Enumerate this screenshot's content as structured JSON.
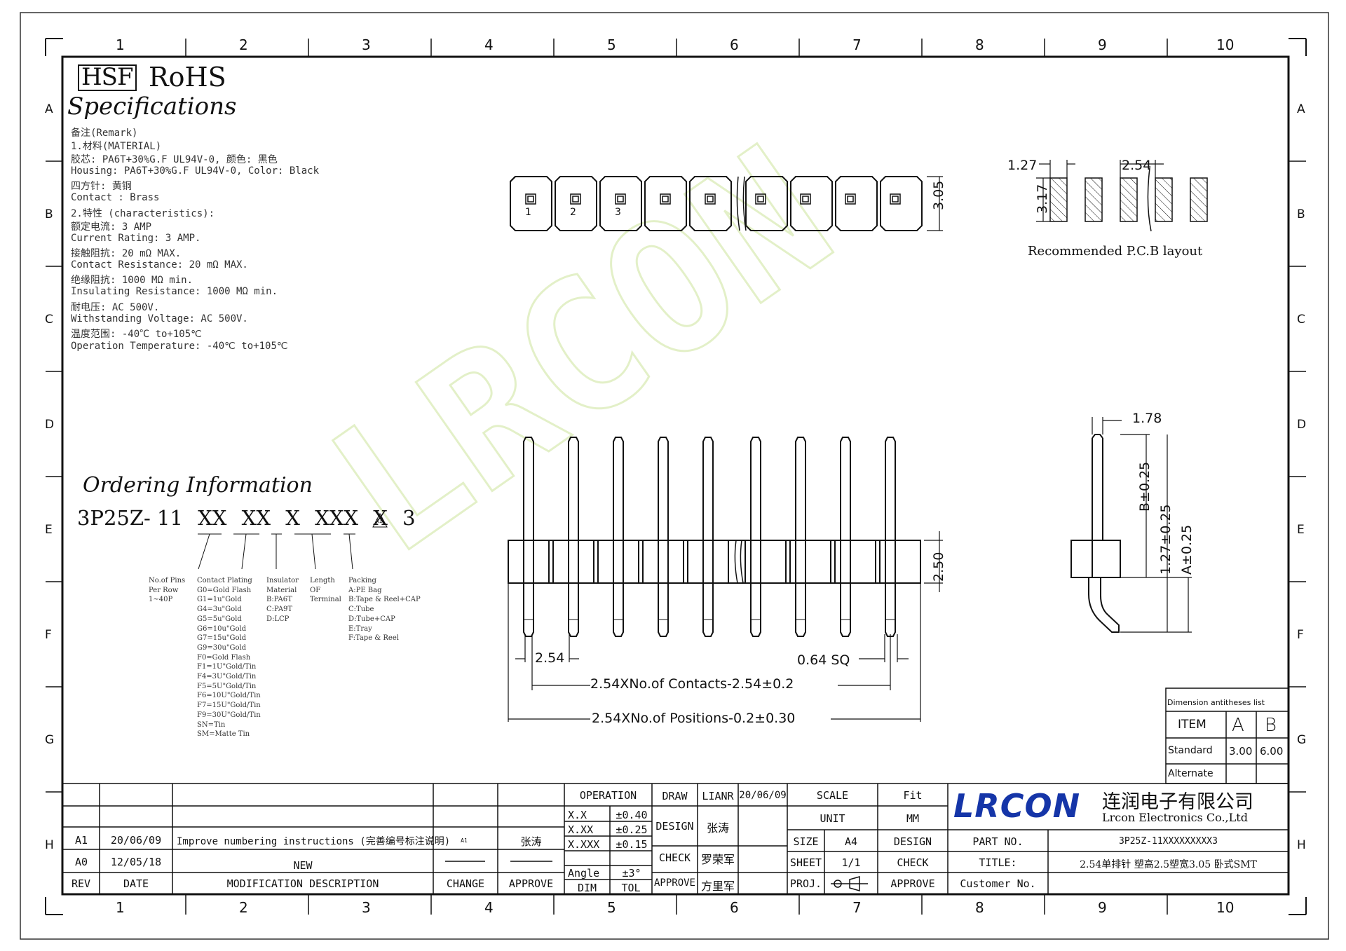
{
  "header": {
    "hsf": "HSF",
    "rohs": "RoHS",
    "spec_title": "Specifications"
  },
  "specs": [
    "备注(Remark)",
    "1.材料(MATERIAL)",
    "胶芯: PA6T+30%G.F UL94V-0, 颜色: 黑色",
    "Housing: PA6T+30%G.F UL94V-0, Color: Black",
    "四方针: 黄铜",
    "Contact : Brass",
    "2.特性 (characteristics):",
    "额定电流: 3 AMP",
    "Current Rating: 3 AMP.",
    "接触阻抗: 20 mΩ MAX.",
    "Contact Resistance: 20 mΩ MAX.",
    "绝缘阻抗: 1000 MΩ min.",
    "Insulating Resistance: 1000 MΩ min.",
    "耐电压: AC 500V.",
    "Withstanding Voltage: AC 500V.",
    "温度范围: -40℃ to+105℃",
    "Operation Temperature: -40℃ to+105℃"
  ],
  "ordering": {
    "title": "Ordering Information",
    "code": {
      "prefix": "3P25Z- 11",
      "xx1": "XX",
      "xx2": "XX",
      "x1": "X",
      "xxx": "XXX",
      "x2": "X",
      "suffix": "3",
      "rev_mark": "A1"
    },
    "pins_col": [
      "No.of Pins",
      "Per Row",
      "1~40P"
    ],
    "plating_col": [
      "Contact Plating",
      "G0=Gold Flash",
      "G1=1u\"Gold",
      "G4=3u\"Gold",
      "G5=5u\"Gold",
      "G6=10u\"Gold",
      "G7=15u\"Gold",
      "G9=30u\"Gold",
      "F0=Gold Flash",
      "F1=1U\"Gold/Tin",
      "F4=3U\"Gold/Tin",
      "F5=5U\"Gold/Tin",
      "F6=10U\"Gold/Tin",
      "F7=15U\"Gold/Tin",
      "F9=30U\"Gold/Tin",
      "SN=Tin",
      "SM=Matte Tin"
    ],
    "insulator_col": [
      "Insulator",
      "Material",
      "B:PA6T",
      "C:PA9T",
      "D:LCP"
    ],
    "length_col": [
      "Length",
      "OF",
      "Terminal"
    ],
    "packing_col": [
      "Packing",
      "A:PE Bag",
      "B:Tape & Reel+CAP",
      "C:Tube",
      "D:Tube+CAP",
      "E:Tray",
      "F:Tape & Reel"
    ]
  },
  "top_view": {
    "pin_labels": [
      "1",
      "2",
      "3"
    ],
    "dim_height": "3.05"
  },
  "pcb_layout": {
    "dim_pad_width": "1.27",
    "dim_pitch": "2.54",
    "dim_pad_length": "3.17",
    "caption": "Recommended P.C.B layout"
  },
  "front_view": {
    "dim_body": "2.50",
    "dim_pitch": "2.54",
    "dim_pin": "0.64  SQ",
    "dim_contacts": "2.54XNo.of  Contacts-2.54±0.2",
    "dim_positions": "2.54XNo.of  Positions-0.2±0.30"
  },
  "side_view": {
    "dim_top": "1.78",
    "dim_b": "B±0.25",
    "dim_127": "1.27±0.25",
    "dim_a": "A±0.25"
  },
  "dimension_table": {
    "title": "Dimension antitheses list",
    "headers": [
      "ITEM",
      "A",
      "B"
    ],
    "rows": [
      {
        "label": "Standard",
        "a": "3.00",
        "b": "6.00"
      },
      {
        "label": "Alternate",
        "a": "",
        "b": ""
      }
    ]
  },
  "frame": {
    "cols": [
      "1",
      "2",
      "3",
      "4",
      "5",
      "6",
      "7",
      "8",
      "9",
      "10"
    ],
    "rows": [
      "A",
      "B",
      "C",
      "D",
      "E",
      "F",
      "G",
      "H"
    ]
  },
  "watermark": "LRCON",
  "title_block": {
    "revisions": [
      {
        "rev": "A1",
        "date": "20/06/09",
        "desc": "Improve numbering instructions (完善编号标注说明)",
        "change": "A1",
        "approve": "张涛"
      },
      {
        "rev": "A0",
        "date": "12/05/18",
        "desc": "NEW",
        "change": "",
        "approve": ""
      }
    ],
    "rev_headers": {
      "rev": "REV",
      "date": "DATE",
      "desc": "MODIFICATION DESCRIPTION",
      "change": "CHANGE",
      "approve": "APPROVE"
    },
    "operation": "OPERATION",
    "tolerances": [
      {
        "dim": "X.X",
        "tol": "±0.40"
      },
      {
        "dim": "X.XX",
        "tol": "±0.25"
      },
      {
        "dim": "X.XXX",
        "tol": "±0.15"
      },
      {
        "dim": "Angle",
        "tol": "±3°"
      }
    ],
    "dim_label": "DIM",
    "tol_label": "TOL",
    "draw": "DRAW",
    "draw_name": "LIANR",
    "draw_date": "20/06/09",
    "design": "DESIGN",
    "design_name": "张涛",
    "check": "CHECK",
    "check_name": "罗荣军",
    "approve": "APPROVE",
    "approve_name": "方里军",
    "scale": "SCALE",
    "scale_val": "Fit",
    "unit": "UNIT",
    "unit_val": "MM",
    "size": "SIZE",
    "size_val": "A4",
    "design2": "DESIGN",
    "sheet": "SHEET",
    "sheet_val": "1/1",
    "check2": "CHECK",
    "proj": "PROJ.",
    "approve2": "APPROVE",
    "company_logo": "LRCON",
    "company_cn": "连润电子有限公司",
    "company_en": "Lrcon Electronics Co.,Ltd",
    "part_no_label": "PART NO.",
    "part_no": "3P25Z-11XXXXXXXXX3",
    "title_label": "TITLE:",
    "title": "2.54单排针 塑高2.5塑宽3.05 卧式SMT",
    "customer_label": "Customer No.",
    "customer_val": ""
  },
  "colors": {
    "line": "#111111",
    "watermark": "#e6f2cc",
    "logo_blue": "#1535a8"
  }
}
